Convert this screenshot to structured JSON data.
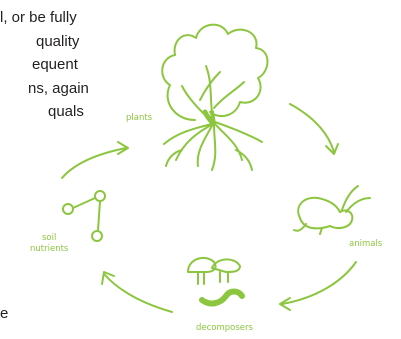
{
  "paragraph": {
    "lines": [
      "l, or be fully",
      "quality",
      "equent",
      "ns, again",
      "quals"
    ],
    "bottom_fragment": "e"
  },
  "diagram": {
    "stroke_color": "#8cc63f",
    "labels": {
      "plants": "plants",
      "animals": "animals",
      "decomposers": "decomposers",
      "soil": "soil",
      "nutrients": "nutrients"
    },
    "icons": [
      "tree-icon",
      "rabbit-icon",
      "mushroom-icon",
      "worm-icon",
      "nutrients-icon"
    ]
  }
}
